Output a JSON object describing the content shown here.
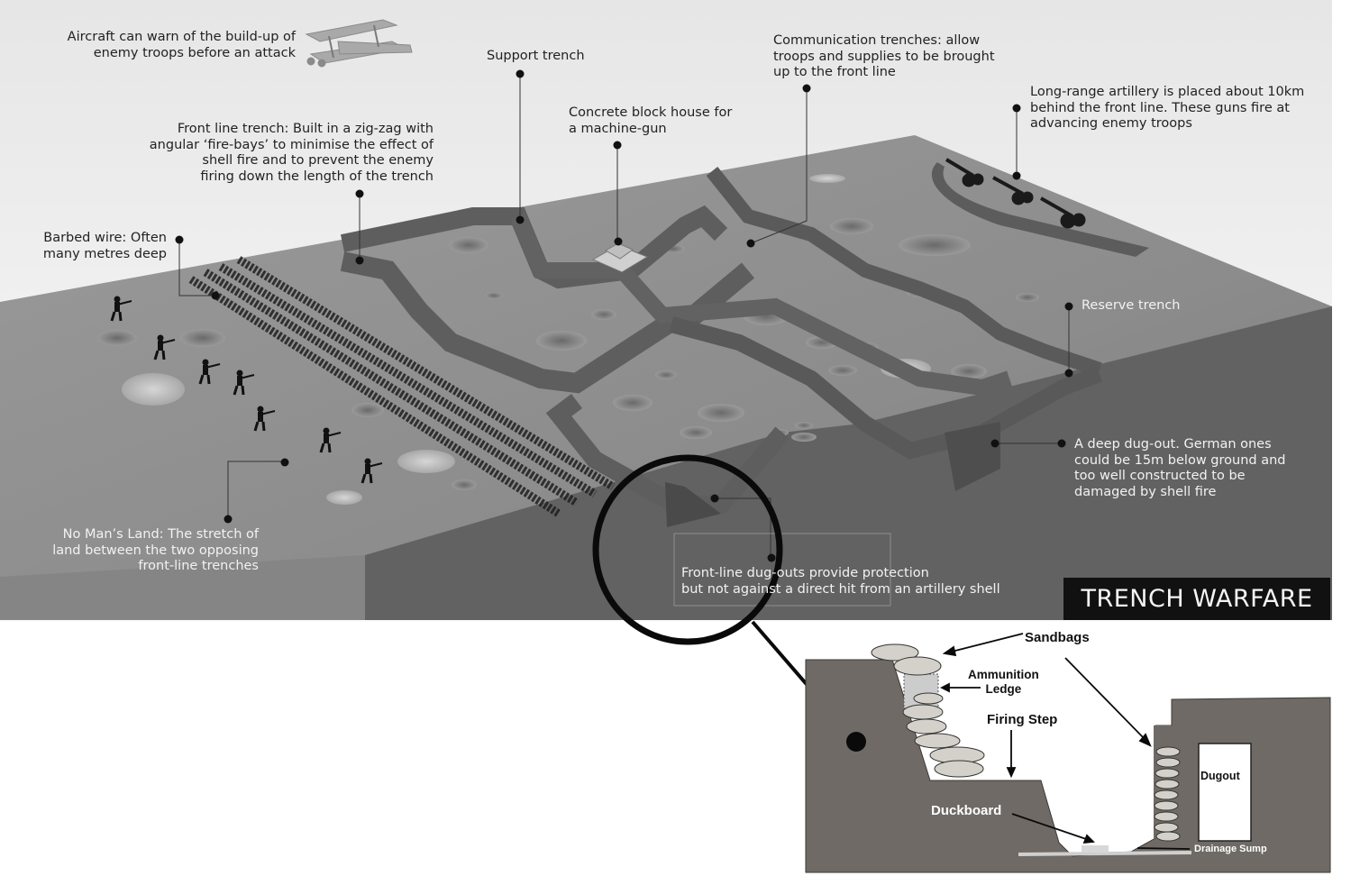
{
  "title": "TRENCH WARFARE",
  "labels": {
    "aircraft": [
      "Aircraft can warn of the build-up of",
      "enemy troops before an attack"
    ],
    "support": [
      "Support trench"
    ],
    "communication": [
      "Communication trenches: allow",
      "troops and supplies to be brought",
      "up to the front line"
    ],
    "artillery": [
      "Long-range artillery is placed about 10km",
      "behind the front line. These guns fire at",
      "advancing enemy troops"
    ],
    "blockhouse": [
      "Concrete block house for",
      "a machine-gun"
    ],
    "frontline": [
      "Front line trench: Built in a zig-zag with",
      "angular ‘fire-bays’ to minimise the effect of",
      "shell fire and to prevent the enemy",
      "firing down the length of the trench"
    ],
    "barbed": [
      "Barbed wire: Often",
      "many metres deep"
    ],
    "reserve": [
      "Reserve trench"
    ],
    "dugout": [
      "A deep dug-out. German ones",
      "could be 15m below ground and",
      "too well constructed to be",
      "damaged by shell fire"
    ],
    "nomansland": [
      "No Man’s Land: The stretch of",
      "land between the two opposing",
      "front-line trenches"
    ],
    "frontdugouts": [
      "Front-line dug-outs provide protection",
      "but not against a direct hit from an artillery shell"
    ]
  },
  "cross_section": {
    "sandbags": "Sandbags",
    "ammunition": [
      "Ammunition",
      "Ledge"
    ],
    "firing_step": "Firing Step",
    "duckboard": "Duckboard",
    "dugout": "Dugout",
    "drainage": "Drainage Sump"
  },
  "colors": {
    "sky_top": "#ebebeb",
    "ground": "#8a8a8a",
    "cut_face": "#5f5f5f",
    "section_earth": "#6f6a65",
    "title_bg": "#111111"
  }
}
